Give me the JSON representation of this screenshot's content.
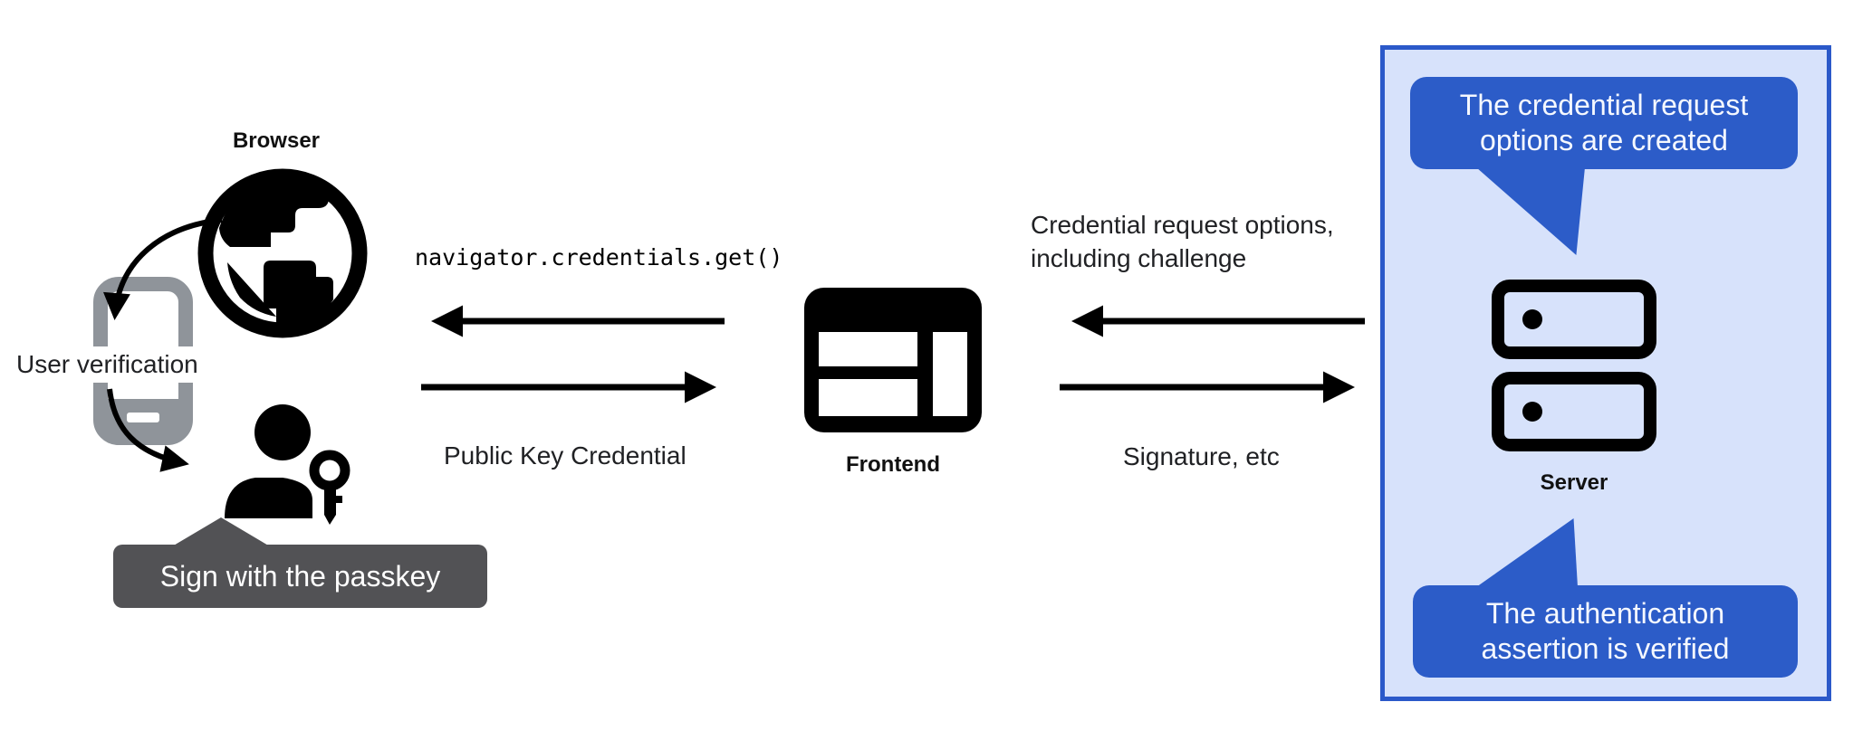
{
  "colors": {
    "bubble_blue": "#2c5cc8",
    "panel_background": "#d7e2fb",
    "panel_border": "#2b59c9",
    "badge_gray": "#525255",
    "phone_gray": "#8f949a",
    "ink": "#202124"
  },
  "browser": {
    "label": "Browser",
    "user_verification": "User verification",
    "passkey_badge": "Sign with the passkey"
  },
  "frontend": {
    "label": "Frontend"
  },
  "server": {
    "label": "Server"
  },
  "flows": {
    "get_call": "navigator.credentials.get()",
    "public_key_credential": "Public Key Credential",
    "credential_request_line1": "Credential request options,",
    "credential_request_line2": "including challenge",
    "signature": "Signature, etc"
  },
  "callouts": {
    "top_line1": "The credential request",
    "top_line2": "options are created",
    "bottom_line1": "The authentication",
    "bottom_line2": "assertion is verified"
  }
}
